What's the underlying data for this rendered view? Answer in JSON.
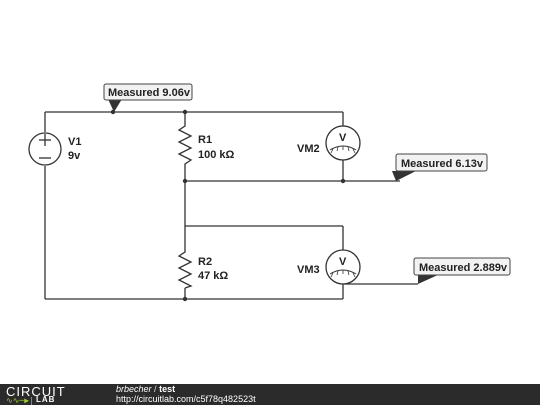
{
  "schematic": {
    "source": {
      "name": "V1",
      "value": "9v"
    },
    "r1": {
      "name": "R1",
      "value": "100 kΩ"
    },
    "r2": {
      "name": "R2",
      "value": "47 kΩ"
    },
    "vm2": {
      "name": "VM2",
      "symbol": "V"
    },
    "vm3": {
      "name": "VM3",
      "symbol": "V"
    },
    "tags": {
      "top": "Measured 9.06v",
      "vm2": "Measured 6.13v",
      "vm3": "Measured 2.889v"
    }
  },
  "footer": {
    "logo_top": "CIRCUIT",
    "logo_bottom": "LAB",
    "owner": "brbecher",
    "separator": "/",
    "title": "test",
    "url": "http://circuitlab.com/c5f78q482523t"
  },
  "colors": {
    "wire": "#333333",
    "tag_bg": "#f2f2f2",
    "footer_bg": "#2b2b2b"
  }
}
